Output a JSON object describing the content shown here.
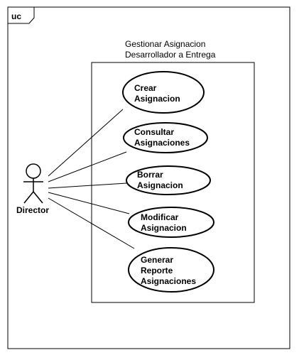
{
  "frame": {
    "tag": "uc"
  },
  "system": {
    "name_lines": [
      "Gestionar Asignacion",
      "Desarrollador a Entrega"
    ]
  },
  "actor": {
    "name": "Director"
  },
  "use_cases": [
    {
      "lines": [
        "Crear",
        "Asignacion"
      ]
    },
    {
      "lines": [
        "Consultar",
        "Asignaciones"
      ]
    },
    {
      "lines": [
        "Borrar",
        "Asignacion"
      ]
    },
    {
      "lines": [
        "Modificar",
        "Asignacion"
      ]
    },
    {
      "lines": [
        "Generar",
        "Reporte",
        "Asignaciones"
      ]
    }
  ]
}
